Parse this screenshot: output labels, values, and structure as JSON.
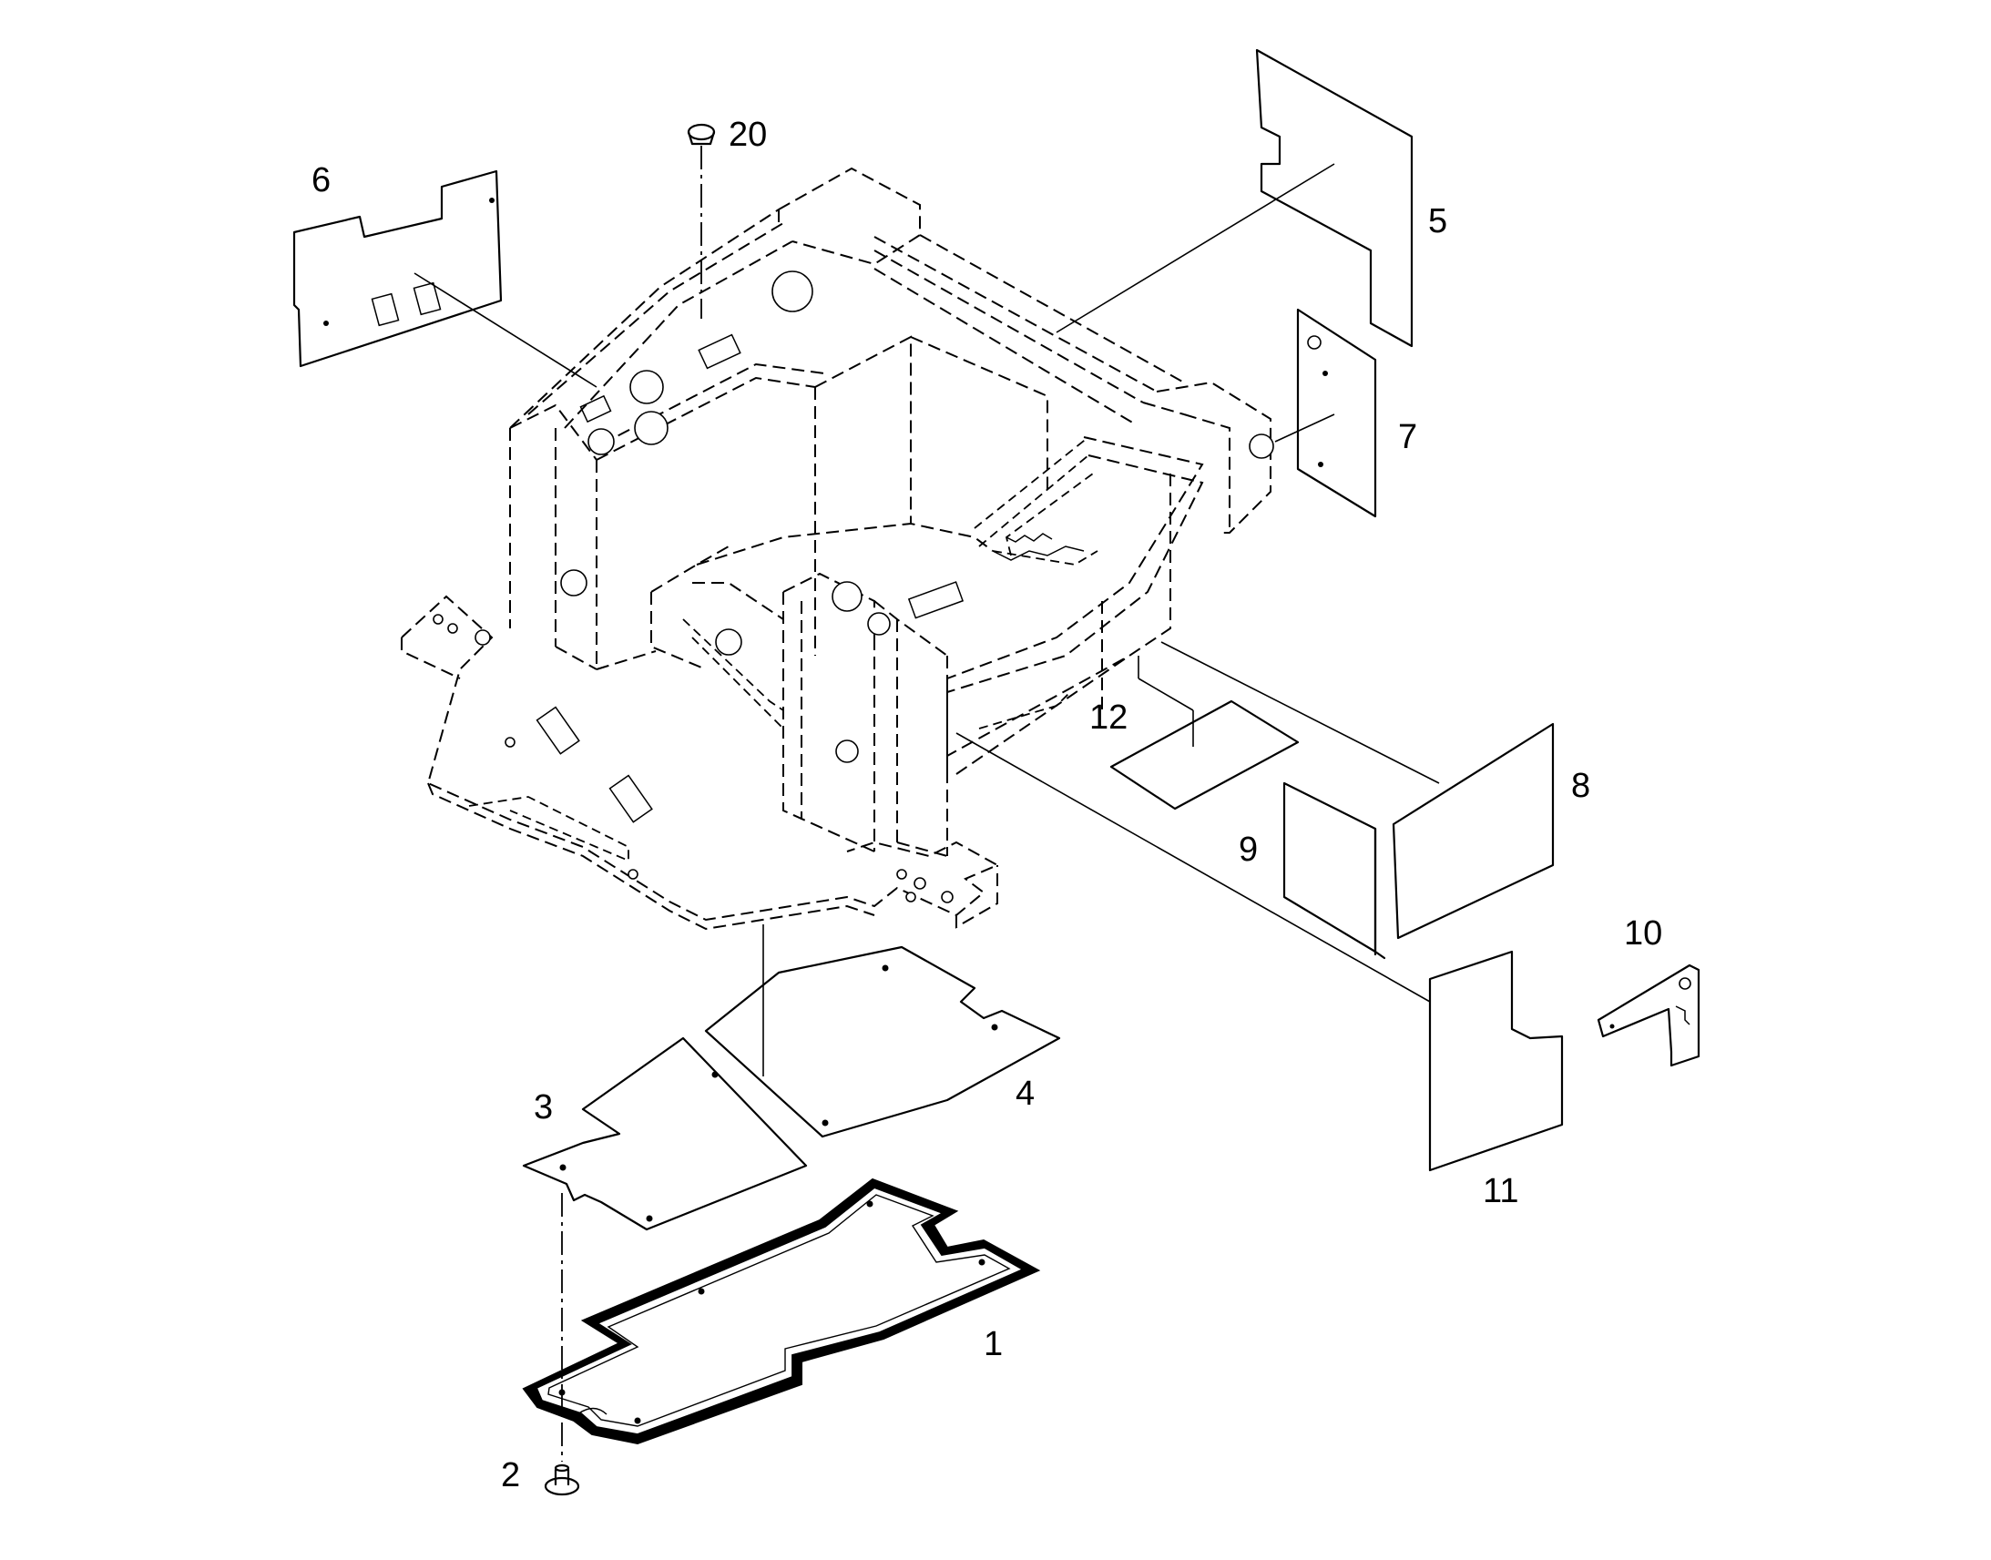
{
  "labels": {
    "p1": "1",
    "p2": "2",
    "p3": "3",
    "p4": "4",
    "p5": "5",
    "p6": "6",
    "p7": "7",
    "p8": "8",
    "p9": "9",
    "p10": "10",
    "p11": "11",
    "p12": "12",
    "p20": "20"
  }
}
